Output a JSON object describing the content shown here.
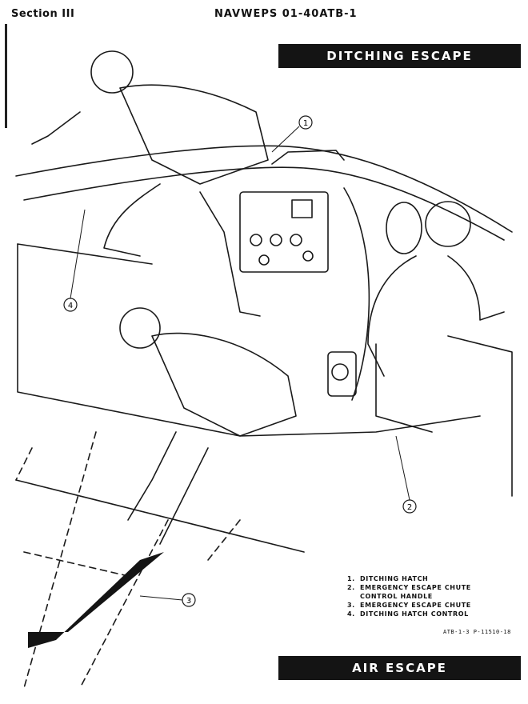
{
  "header": {
    "section": "Section III",
    "doc_number": "NAVWEPS 01-40ATB-1"
  },
  "titles": {
    "top": "DITCHING ESCAPE",
    "bottom": "AIR ESCAPE"
  },
  "callouts": [
    "1",
    "2",
    "3",
    "4"
  ],
  "legend": [
    {
      "num": "1.",
      "text": "DITCHING HATCH"
    },
    {
      "num": "2.",
      "text": "EMERGENCY ESCAPE CHUTE CONTROL HANDLE"
    },
    {
      "num": "3.",
      "text": "EMERGENCY ESCAPE CHUTE"
    },
    {
      "num": "4.",
      "text": "DITCHING HATCH CONTROL"
    }
  ],
  "figure_ref": "ATB-1-3  P-11510-18"
}
